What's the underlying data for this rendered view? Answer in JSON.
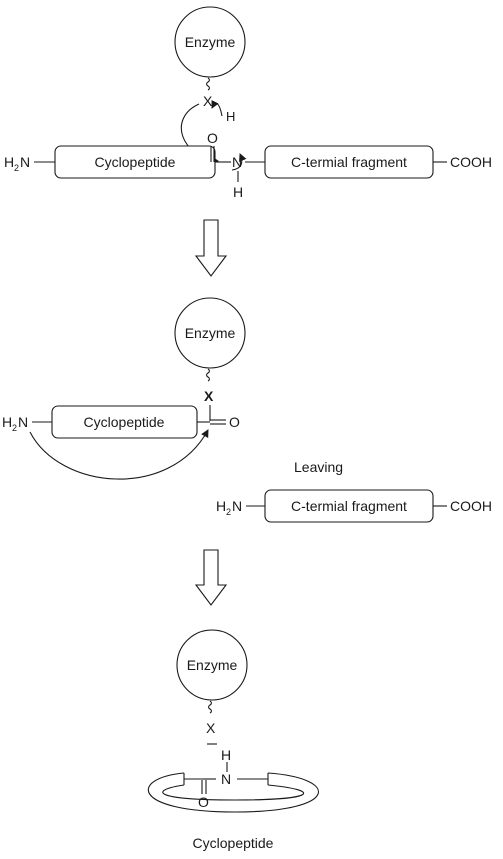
{
  "labels": {
    "enzyme": "Enzyme",
    "cyclopeptide": "Cyclopeptide",
    "c_fragment": "C-termial fragment",
    "nh2_main": "H",
    "nh2_sub": "2",
    "nh2_n": "N",
    "cooh": "COOH",
    "x": "X",
    "h": "H",
    "o": "O",
    "n": "N",
    "leaving": "Leaving",
    "product": "Cyclopeptide"
  }
}
